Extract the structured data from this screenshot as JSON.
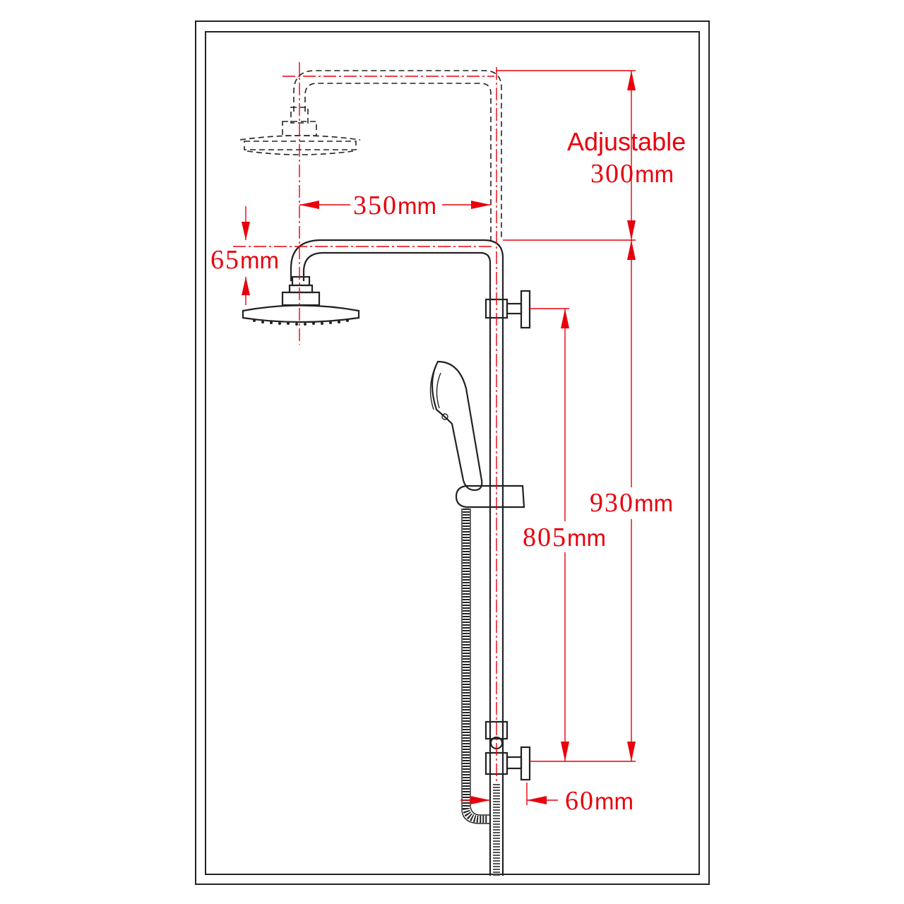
{
  "labels": {
    "adjustable": "Adjustable",
    "adj_num": "300",
    "adj_unit": "mm",
    "arm_num": "350",
    "arm_unit": "mm",
    "drop_num": "65",
    "drop_unit": "mm",
    "height_num": "930",
    "height_unit": "mm",
    "rail_num": "805",
    "rail_unit": "mm",
    "offset_num": "60",
    "offset_unit": "mm"
  },
  "colors": {
    "dimension": "#e8000c",
    "line": "#222222"
  }
}
